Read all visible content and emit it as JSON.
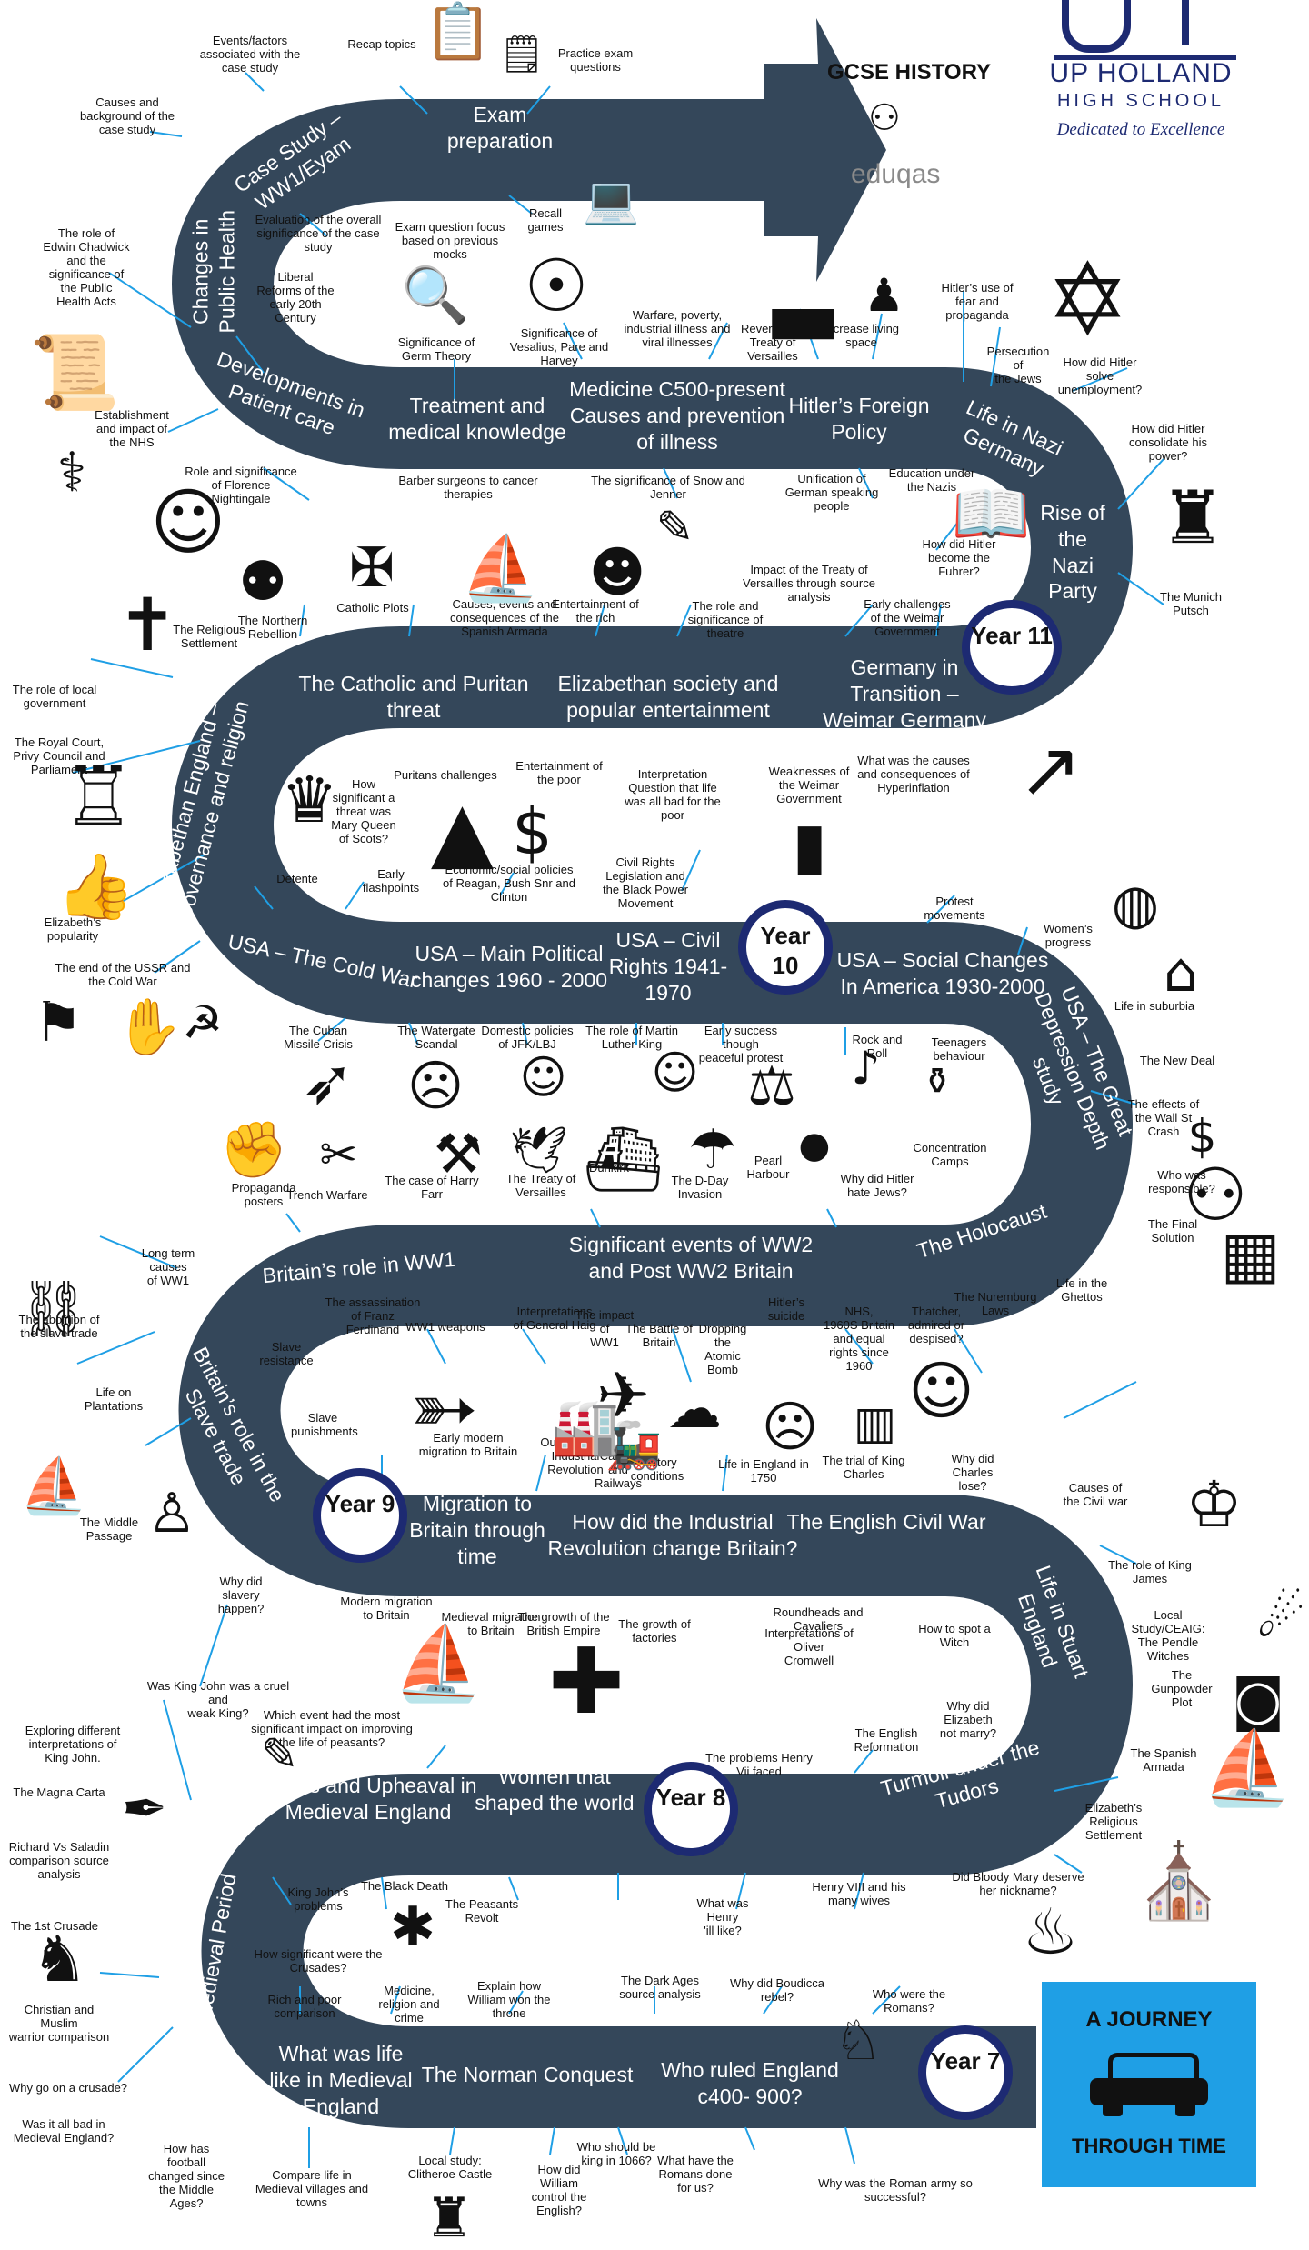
{
  "header": {
    "gcse_title": "GCSE HISTORY",
    "school_name": "UP HOLLAND",
    "school_sub": "HIGH SCHOOL",
    "motto": "Dedicated to Excellence",
    "board_logo_text": "eduqas"
  },
  "journey_box": {
    "line1": "A JOURNEY",
    "line2": "THROUGH TIME",
    "background": "#1f9fe5"
  },
  "colors": {
    "road": "#34475a",
    "year_ring": "#1d2a72",
    "connector": "#1f9fe5"
  },
  "years": [
    "Year 11",
    "Year 10",
    "Year 9",
    "Year 8",
    "Year 7"
  ],
  "road_labels": {
    "exam_prep": "Exam\npreparation",
    "case_study": "Case Study –\nWW1/Eyam",
    "public_health": "Changes in\nPublic Health",
    "patient_care": "Developments in\nPatient care",
    "treatment": "Treatment and\nmedical knowledge",
    "medicine": "Medicine C500-present\nCauses and prevention\nof illness",
    "foreign_policy": "Hitler’s Foreign\nPolicy",
    "life_nazi": "Life in Nazi\nGermany",
    "rise_nazi": "Rise of\nthe\nNazi\nParty",
    "catholic": "The Catholic and Puritan\nthreat",
    "elizabethan_society": "Elizabethan society and\npopular entertainment",
    "weimar": "Germany in\nTransition –\nWeimar Germany",
    "eliz_gov": "Elizabethan England –\nGovernance and religion",
    "usa_cold_war": "USA – The Cold War",
    "usa_political": "USA – Main Political\nchanges 1960 - 2000",
    "usa_civil": "USA –  Civil\nRights 1941-\n1970",
    "usa_social": "USA – Social  Changes\nIn America 1930-2000",
    "usa_depression": "USA – The Great\nDepression Depth\nstudy",
    "holocaust": "The Holocaust",
    "britain_ww1": "Britain’s role in WW1",
    "ww2": "Significant events of WW2\nand Post WW2  Britain",
    "slave_trade": "Britain’s role in the\nSlave trade",
    "migration": "Migration to\nBritain through\ntime",
    "industrial": "How did the Industrial\nRevolution change Britain?",
    "civil_war": "The English Civil War",
    "stuart": "Life in Stuart\nEngland",
    "chaos": "Chaos and Upheaval in\nMedieval England",
    "women": "Women that\nshaped the world",
    "tudors": "Turmoil under the\nTudors",
    "power_conflict": "Power and Conflict in\nthe Medieval Period",
    "medieval_life": "What was life\nlike in Medieval\nEngland",
    "norman": "The Norman Conquest",
    "who_ruled": "Who ruled  England\nc400- 900?"
  },
  "notes": [
    "Events/factors\nassociated with the\ncase study",
    "Recap topics",
    "Practice exam\nquestions",
    "Causes and\nbackground of the\ncase study",
    "Evaluation of the overall\nsignificance of the case\nstudy",
    "Exam question focus\nbased on previous\nmocks",
    "Recall\ngames",
    "The role of\nEdwin Chadwick\nand the\nsignificance of\nthe Public\nHealth Acts",
    "Liberal\nReforms of the\nearly 20th\nCentury",
    "Significance of\nGerm Theory",
    "Significance of\nVesalius, Pare and\nHarvey",
    "Warfare, poverty,\nindustrial illness and\nviral illnesses",
    "Reverse the\nTreaty of\nVersailles",
    "Increase living\nspace",
    "Hitler’s use of\nfear and\npropaganda",
    "Persecution of\nthe Jews",
    "How did Hitler\nsolve\nunemployment?",
    "Establishment\nand impact of\nthe NHS",
    "Role and significance\nof Florence\nNightingale",
    "Barber surgeons to cancer\ntherapies",
    "The significance of Snow and\nJenner",
    "Unification of\nGerman speaking\npeople",
    "Education under\nthe Nazis",
    "How did Hitler\nconsolidate his\npower?",
    "How did Hitler\nbecome the\nFuhrer?",
    "The Munich\nPutsch",
    "The Religious\nSettlement",
    "The Northern\nRebellion",
    "Catholic Plots",
    "Causes, events and\nconsequences of the\nSpanish Armada",
    "Entertainment of\nthe rich",
    "The role and\nsignificance of\ntheatre",
    "Impact of the Treaty of\nVersailles through source\nanalysis",
    "Early challenges\nof the Weimar\nGovernment",
    "The role of local\ngovernment",
    "The Royal Court,\nPrivy Council and\nParliament",
    "How\nsignificant a\nthreat was\nMary Queen\nof Scots?",
    "Puritans challenges",
    "Entertainment of\nthe poor",
    "Interpretation\nQuestion that life\nwas all bad for the\npoor",
    "Weaknesses of\nthe Weimar\nGovernment",
    "What was the causes\nand consequences  of\nHyperinflation",
    "Elizabeth’s\npopularity",
    "Detente",
    "Early\nflashpoints",
    "Economic/social policies\nof Reagan, Bush Snr and\nClinton",
    "Civil Rights\nLegislation and\nthe Black Power\nMovement",
    "Protest\nmovements",
    "Women’s\nprogress",
    "The end of the USSR and\nthe Cold War",
    "The Cuban\nMissile Crisis",
    "The Watergate\nScandal",
    "Domestic policies\nof JFK/LBJ",
    "The role of Martin\nLuther King",
    "Early success though\npeaceful protest",
    "Rock and\nRoll",
    "Teenagers\nbehaviour",
    "Life in suburbia",
    "The New Deal",
    "The effects of\nthe Wall St\nCrash",
    "Who was\nresponsible?",
    "The Final\nSolution",
    "Propaganda\nposters",
    "Trench Warfare",
    "The case of Harry\nFarr",
    "The Treaty of\nVersailles",
    "Dunkirk",
    "The D-Day\nInvasion",
    "Pearl\nHarbour",
    "Why did Hitler\nhate Jews?",
    "Concentration\nCamps",
    "Life in the\nGhettos",
    "The Nuremburg\nLaws",
    "Long term causes\nof WW1",
    "The assassination\nof Franz\nFerdinand",
    "WW1 weapons",
    "Interpretations\nof General Haig",
    "The impact of\nWW1",
    "The Battle of\nBritain",
    "Dropping the\nAtomic\nBomb",
    "Hitler’s\nsuicide",
    "NHS,\n1960S Britain\nand equal\nrights  since\n1960",
    "Thatcher,\nadmired or\ndespised?",
    "The abolition of\nthe slave trade",
    "Slave\nresistance",
    "Life on\nPlantations",
    "Slave\npunishments",
    "Early modern\nmigration to Britain",
    "Outline of the\nIndustrial\nRevolution",
    "Canals and\nRailways",
    "Factory\nconditions",
    "Life in England in\n1750",
    "The trial of King\nCharles",
    "Why did\nCharles lose?",
    "Causes of\nthe Civil  war",
    "The Middle\nPassage",
    "Why did\nslavery\nhappen?",
    "Modern migration\nto Britain",
    "Medieval migration\nto Britain",
    "The growth of the\nBritish Empire",
    "The growth of\nfactories",
    "Roundheads  and Cavaliers",
    "Interpretations of Oliver\nCromwell",
    "How to spot a\nWitch",
    "The role of King\nJames",
    "Local\nStudy/CEAIG:\nThe Pendle\nWitches",
    "The\nGunpowder\nPlot",
    "Was King John was a cruel and\nweak King?",
    "Which event had the most\nsignificant impact on improving\nthe life of peasants?",
    "Exploring different\ninterpretations of\nKing John.",
    "The Magna Carta",
    "The problems Henry\nVii faced",
    "The English\nReformation",
    "Why did\nElizabeth\nnot marry?",
    "The Spanish\nArmada",
    "Elizabeth’s\nReligious\nSettlement",
    "Richard Vs Saladin\ncomparison source\nanalysis",
    "King John’s\nproblems",
    "The Black Death",
    "The Peasants\nRevolt",
    "What was Henry\n'ill like?",
    "Henry VIII and his\nmany wives",
    "Did Bloody Mary deserve\nher nickname?",
    "The 1st Crusade",
    "How significant were the\nCrusades?",
    "Christian and Muslim\nwarrior comparison",
    "Rich and poor\ncomparison",
    "Medicine,\nreligion and\ncrime",
    "Explain how\nWilliam won the\nthrone",
    "The Dark Ages\nsource analysis",
    "Why did Boudicca\nrebel?",
    "Who were the\nRomans?",
    "Why go on a crusade?",
    "Was it all bad in\nMedieval England?",
    "How has\nfootball\nchanged since\nthe Middle\nAges?",
    "Compare life in\nMedieval villages and\ntowns",
    "Local study:\nClitheroe Castle",
    "How did\nWilliam\ncontrol the\nEnglish?",
    "Who should be\nking in 1066?",
    "What have the\nRomans done\nfor us?",
    "Why was the Roman army so\nsuccessful?"
  ],
  "icons": [
    "clipboard-question-icon",
    "exam-paper-icon",
    "laptop-icon",
    "magnifier-germ-icon",
    "vitruvian-man-icon",
    "tank-icon",
    "soldier-icon",
    "star-of-david-icon",
    "act-document-icon",
    "nurses-icon",
    "nightingale-icon",
    "syringe-icon",
    "book-icon",
    "soldiers-icon",
    "people-icon",
    "church-icon",
    "catholic-icon",
    "armada-ship-icon",
    "theatre-mask-icon",
    "big-ben-icon",
    "thumbs-up-icon",
    "crown-queen-icon",
    "puritan-hat-icon",
    "money-icon",
    "pillar-icon",
    "hyperinflation-chart-icon",
    "usa-flag-icon",
    "hammer-sickle-icon",
    "handshake-icon",
    "helmet-icon",
    "house-icon",
    "missile-icon",
    "nixon-icon",
    "kennedy-icon",
    "mlk-icon",
    "courthouse-icon",
    "elvis-icon",
    "bottle-icon",
    "dollar-icon",
    "swastika-people-icon",
    "camp-icon",
    "rosie-icon",
    "barbed-wire-icon",
    "gavel-icon",
    "dove-icon",
    "boat-icon",
    "parachute-icon",
    "bomb-icon",
    "broken-chain-icon",
    "rifle-icon",
    "plane-icon",
    "mushroom-cloud-icon",
    "hitler-icon",
    "thatcher-icon",
    "slave-icon",
    "ship-icon",
    "factory-icon",
    "train-icon",
    "guillotine-icon",
    "king-icon",
    "witch-icon",
    "barrel-icon",
    "galleon-icon",
    "chapel-icon",
    "union-jack-icon",
    "viking-ship-icon",
    "feather-icon",
    "knight-icon",
    "flea-icon",
    "fire-icon",
    "castle-icon",
    "roman-icon",
    "car-icon",
    "pen-icon"
  ]
}
